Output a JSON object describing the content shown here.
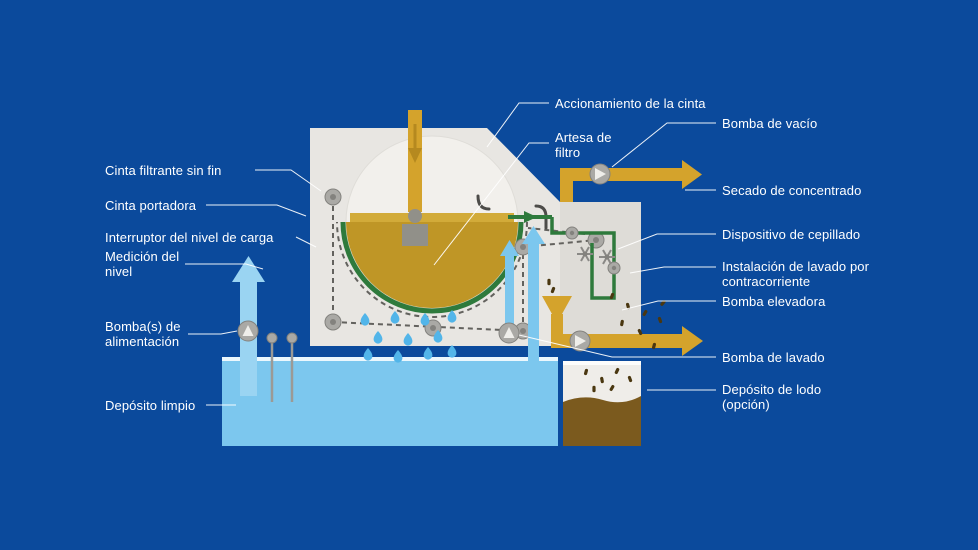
{
  "colors": {
    "background": "#0b4a9c",
    "label_text": "#ffffff",
    "leader_line": "#ffffff",
    "machine_body": "#e8e6e2",
    "machine_body_right": "#dedcd7",
    "drum": "#f2f0ec",
    "trough_slurry": "#bf9626",
    "trough_surface": "#d2ab39",
    "belt_green": "#2e7a3c",
    "belt_dash": "#63625e",
    "pipe_yellow": "#d4a32c",
    "arrow_yellow_dark": "#b5891f",
    "water_light": "#7cc7ee",
    "water_arrow": "#9ad4f2",
    "drop_blue": "#52b5e9",
    "pump_gray": "#aaa9a5",
    "pump_gray_dark": "#83827e",
    "sludge_brown": "#7b5a1e",
    "speck_brown": "#4a3710",
    "tank_rim": "#ffffff"
  },
  "labels": {
    "cinta_filtrante": "Cinta filtrante sin fin",
    "cinta_portadora": "Cinta portadora",
    "interruptor_nivel_carga": "Interruptor del nivel de carga",
    "medicion_nivel": "Medición del nivel",
    "bombas_alimentacion": "Bomba(s) de alimentación",
    "deposito_limpio": "Depósito limpio",
    "accionamiento_cinta": "Accionamiento de la cinta",
    "artesa_filtro": "Artesa de filtro",
    "bomba_vacio": "Bomba de vacío",
    "secado_concentrado": "Secado de concentrado",
    "dispositivo_cepillado": "Dispositivo de cepillado",
    "instalacion_lavado": "Instalación de lavado por contracorriente",
    "bomba_elevadora": "Bomba elevadora",
    "bomba_lavado": "Bomba de lavado",
    "deposito_lodo": "Depósito de lodo (opción)"
  }
}
